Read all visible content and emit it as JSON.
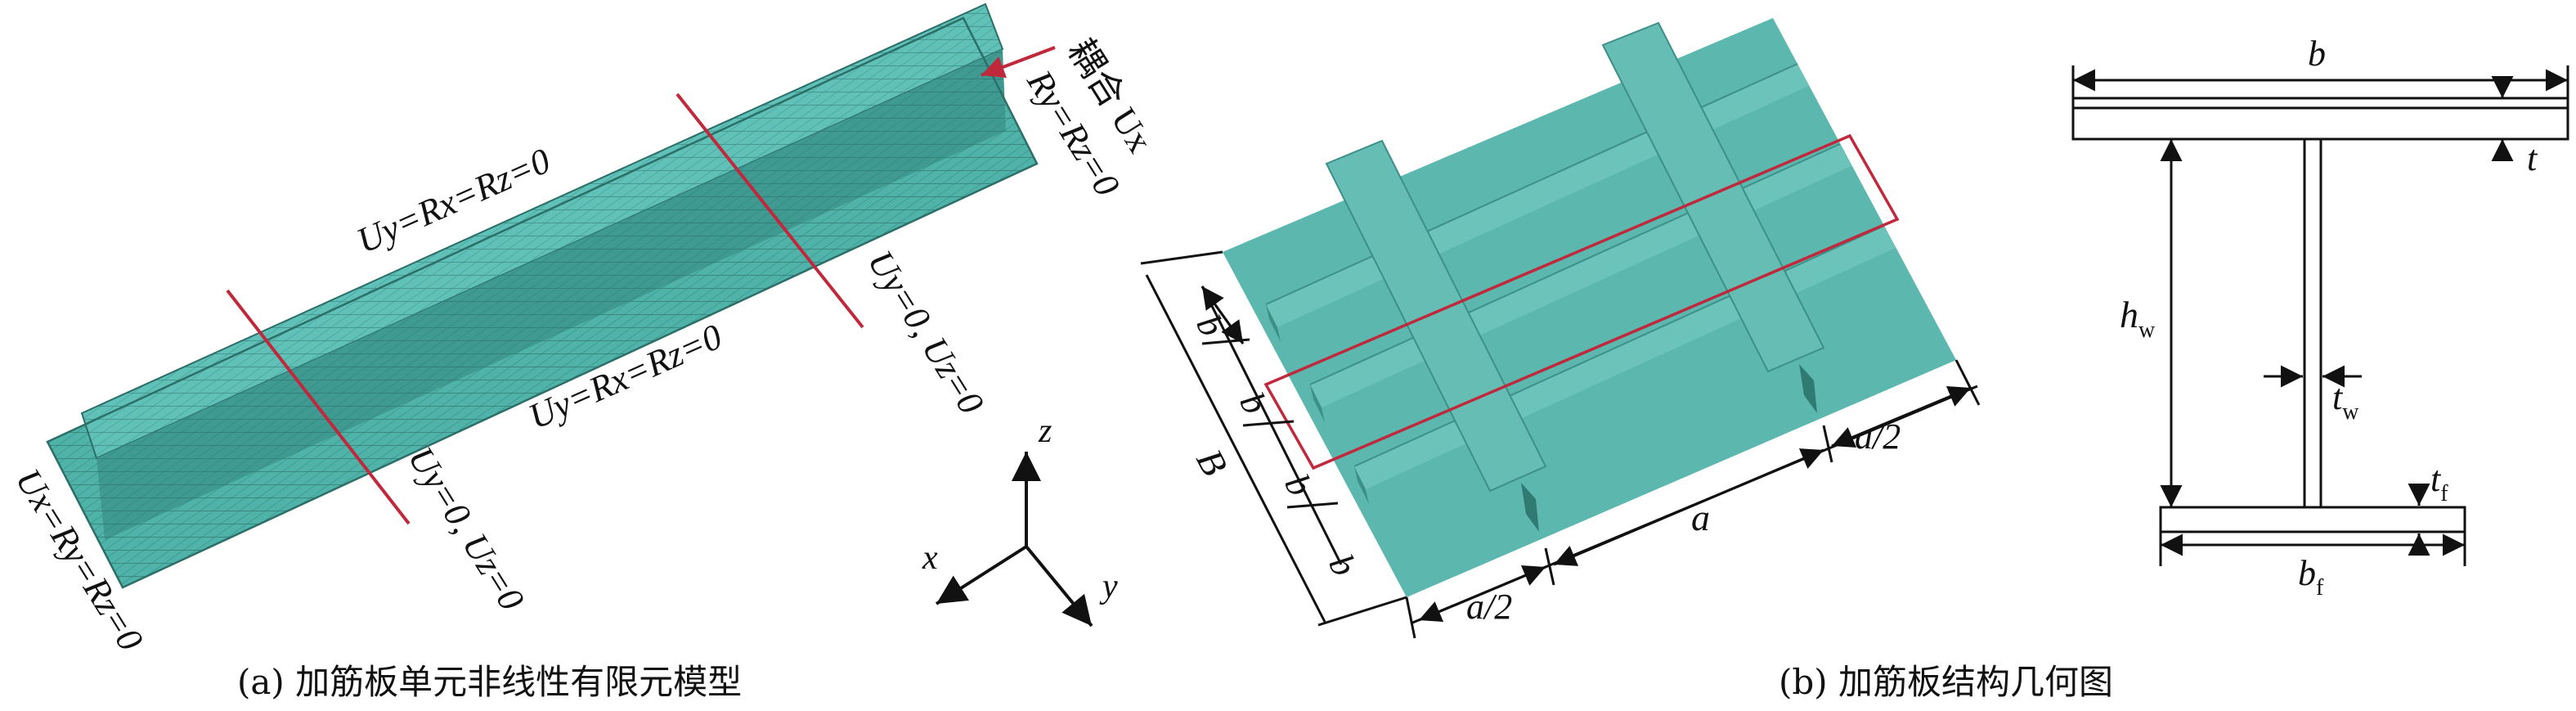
{
  "colors": {
    "mesh_fill": "#4fb3aa",
    "mesh_line": "#2b6f68",
    "plate_fill": "#5cb7ae",
    "plate_dark": "#3d9088",
    "section_line": "#c0283c",
    "line": "#111111"
  },
  "panel_a": {
    "caption": "(a) 加筋板单元非线性有限元模型",
    "bc_top": "Uy=Rx=Rz=0",
    "bc_middle": "Uy=Rx=Rz=0",
    "bc_left": "Ux=Ry=Rz=0",
    "bc_sec1": "Uy=0, Uz=0",
    "bc_sec2": "Uy=0, Uz=0",
    "coupling_line1": "耦合 Ux",
    "coupling_line2": "Ry=Rz=0",
    "axes": {
      "x": "x",
      "y": "y",
      "z": "z"
    }
  },
  "panel_b": {
    "caption": "(b) 加筋板结构几何图",
    "dim_b": [
      "b",
      "b",
      "b",
      "b"
    ],
    "dim_B": "B",
    "dim_a": "a",
    "dim_a_half_left": "a/2",
    "dim_a_half_right": "a/2"
  },
  "panel_c": {
    "b_label": "b",
    "t_label": "t",
    "hw_main": "h",
    "hw_sub": "w",
    "tw_main": "t",
    "tw_sub": "w",
    "tf_main": "t",
    "tf_sub": "f",
    "bf_main": "b",
    "bf_sub": "f"
  }
}
